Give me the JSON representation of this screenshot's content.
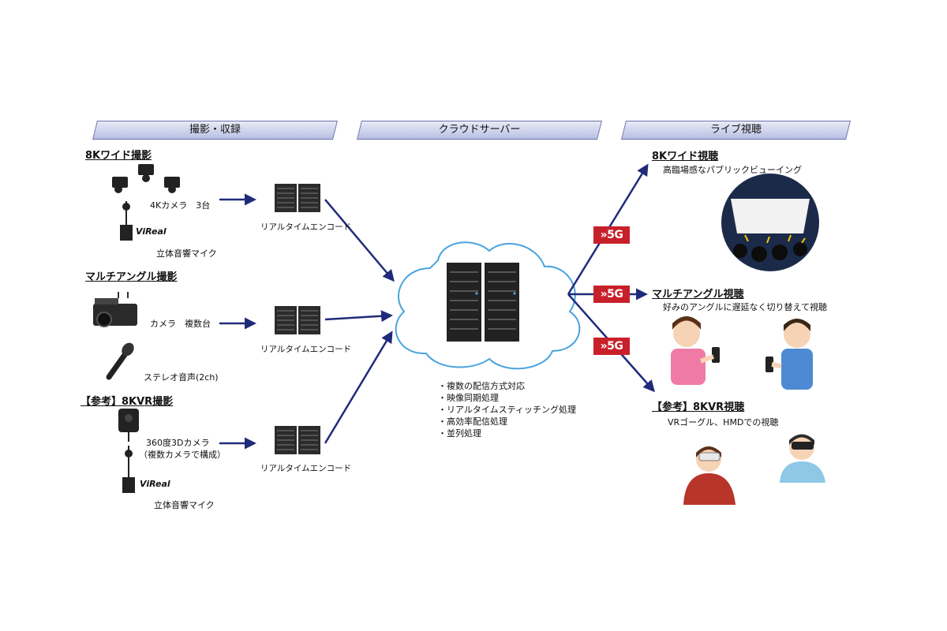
{
  "sections": {
    "capture": "撮影・収録",
    "cloud": "クラウドサーバー",
    "live": "ライブ視聴"
  },
  "capture": {
    "wide": {
      "heading": "8Kワイド撮影",
      "camera_label": "4Kカメラ　3台",
      "mic_brand": "ViReal",
      "mic_label": "立体音響マイク"
    },
    "multi": {
      "heading": "マルチアングル撮影",
      "camera_label": "カメラ　複数台",
      "audio_label": "ステレオ音声(2ch)"
    },
    "vr": {
      "heading": "【参考】8KVR撮影",
      "camera_label_1": "360度3Dカメラ",
      "camera_label_2": "（複数カメラで構成）",
      "mic_brand": "ViReal",
      "mic_label": "立体音響マイク"
    }
  },
  "encoder_label": "リアルタイムエンコード",
  "cloud_features": [
    "・複数の配信方式対応",
    "・映像同期処理",
    "・リアルタイムスティッチング処理",
    "・高効率配信処理",
    "・並列処理"
  ],
  "network_badge": "»5G",
  "viewing": {
    "wide": {
      "heading": "8Kワイド視聴",
      "desc": "高臨場感なパブリックビューイング"
    },
    "multi": {
      "heading": "マルチアングル視聴",
      "desc": "好みのアングルに遅延なく切り替えて視聴"
    },
    "vr": {
      "heading": "【参考】8KVR視聴",
      "desc": "VRゴーグル、HMDでの視聴"
    }
  },
  "colors": {
    "arrow": "#1f2b7a",
    "badge": "#c8202a",
    "cloud_stroke": "#4aa3df"
  }
}
